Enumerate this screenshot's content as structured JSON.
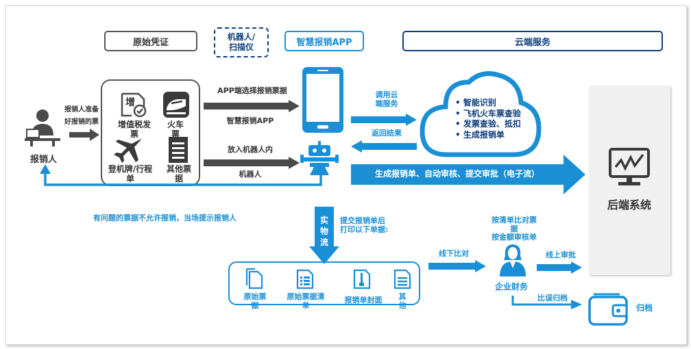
{
  "headers": {
    "original_voucher": "原始凭证",
    "robot_scanner_line1": "机器人/",
    "robot_scanner_line2": "扫描仪",
    "smart_app": "智慧报销APP",
    "cloud_service": "云端服务"
  },
  "claimant": {
    "label": "报销人",
    "prep_line1": "报销人准备",
    "prep_line2": "好报销的票"
  },
  "documents": {
    "vat_line1": "增值税发",
    "vat_line2": "票",
    "vat_icon_char": "增",
    "train_line1": "火车",
    "train_line2": "票",
    "boarding_line1": "登机牌/行程",
    "boarding_line2": "单",
    "other_line1": "其他票",
    "other_line2": "据"
  },
  "flows": {
    "app_select": "APP端选择报销票据",
    "smart_app": "智慧报销APP",
    "put_in_robot": "放入机器人内",
    "robot": "机器人",
    "call_cloud_line1": "调用云",
    "call_cloud_line2": "端服务",
    "return_result": "返回结果",
    "generate_submit": "生成报销单、自动审核、提交审批（电子流）",
    "problem_notice": "有问题的票据不允许报销，当场提示报销人",
    "physical_1": "实",
    "physical_2": "物",
    "physical_3": "流",
    "print_line1": "提交报销单后",
    "print_line2": "打印以下单据:",
    "offline_compare": "线下比对",
    "compare_line1": "按清单比对票",
    "compare_line2": "据",
    "compare_line3": "按金额审核单",
    "online_approve": "线上审批",
    "enterprise_finance": "企业财务",
    "archive_after": "比误归档",
    "archive": "归档"
  },
  "cloud_items": [
    "智能识别",
    "飞机火车票查验",
    "发票查验、抵扣",
    "生成报销单"
  ],
  "backend": {
    "label": "后端系统"
  },
  "print_docs": {
    "original_line1": "原始票",
    "original_line2": "据",
    "list_line1": "原始票据清",
    "list_line2": "单",
    "cover": "报销单封面",
    "other_line1": "其",
    "other_line2": "他"
  },
  "colors": {
    "accent": "#1a8fd6",
    "navy": "#0d3d7a",
    "dark_gray": "#4a4a4a",
    "border_gray": "#555555"
  }
}
